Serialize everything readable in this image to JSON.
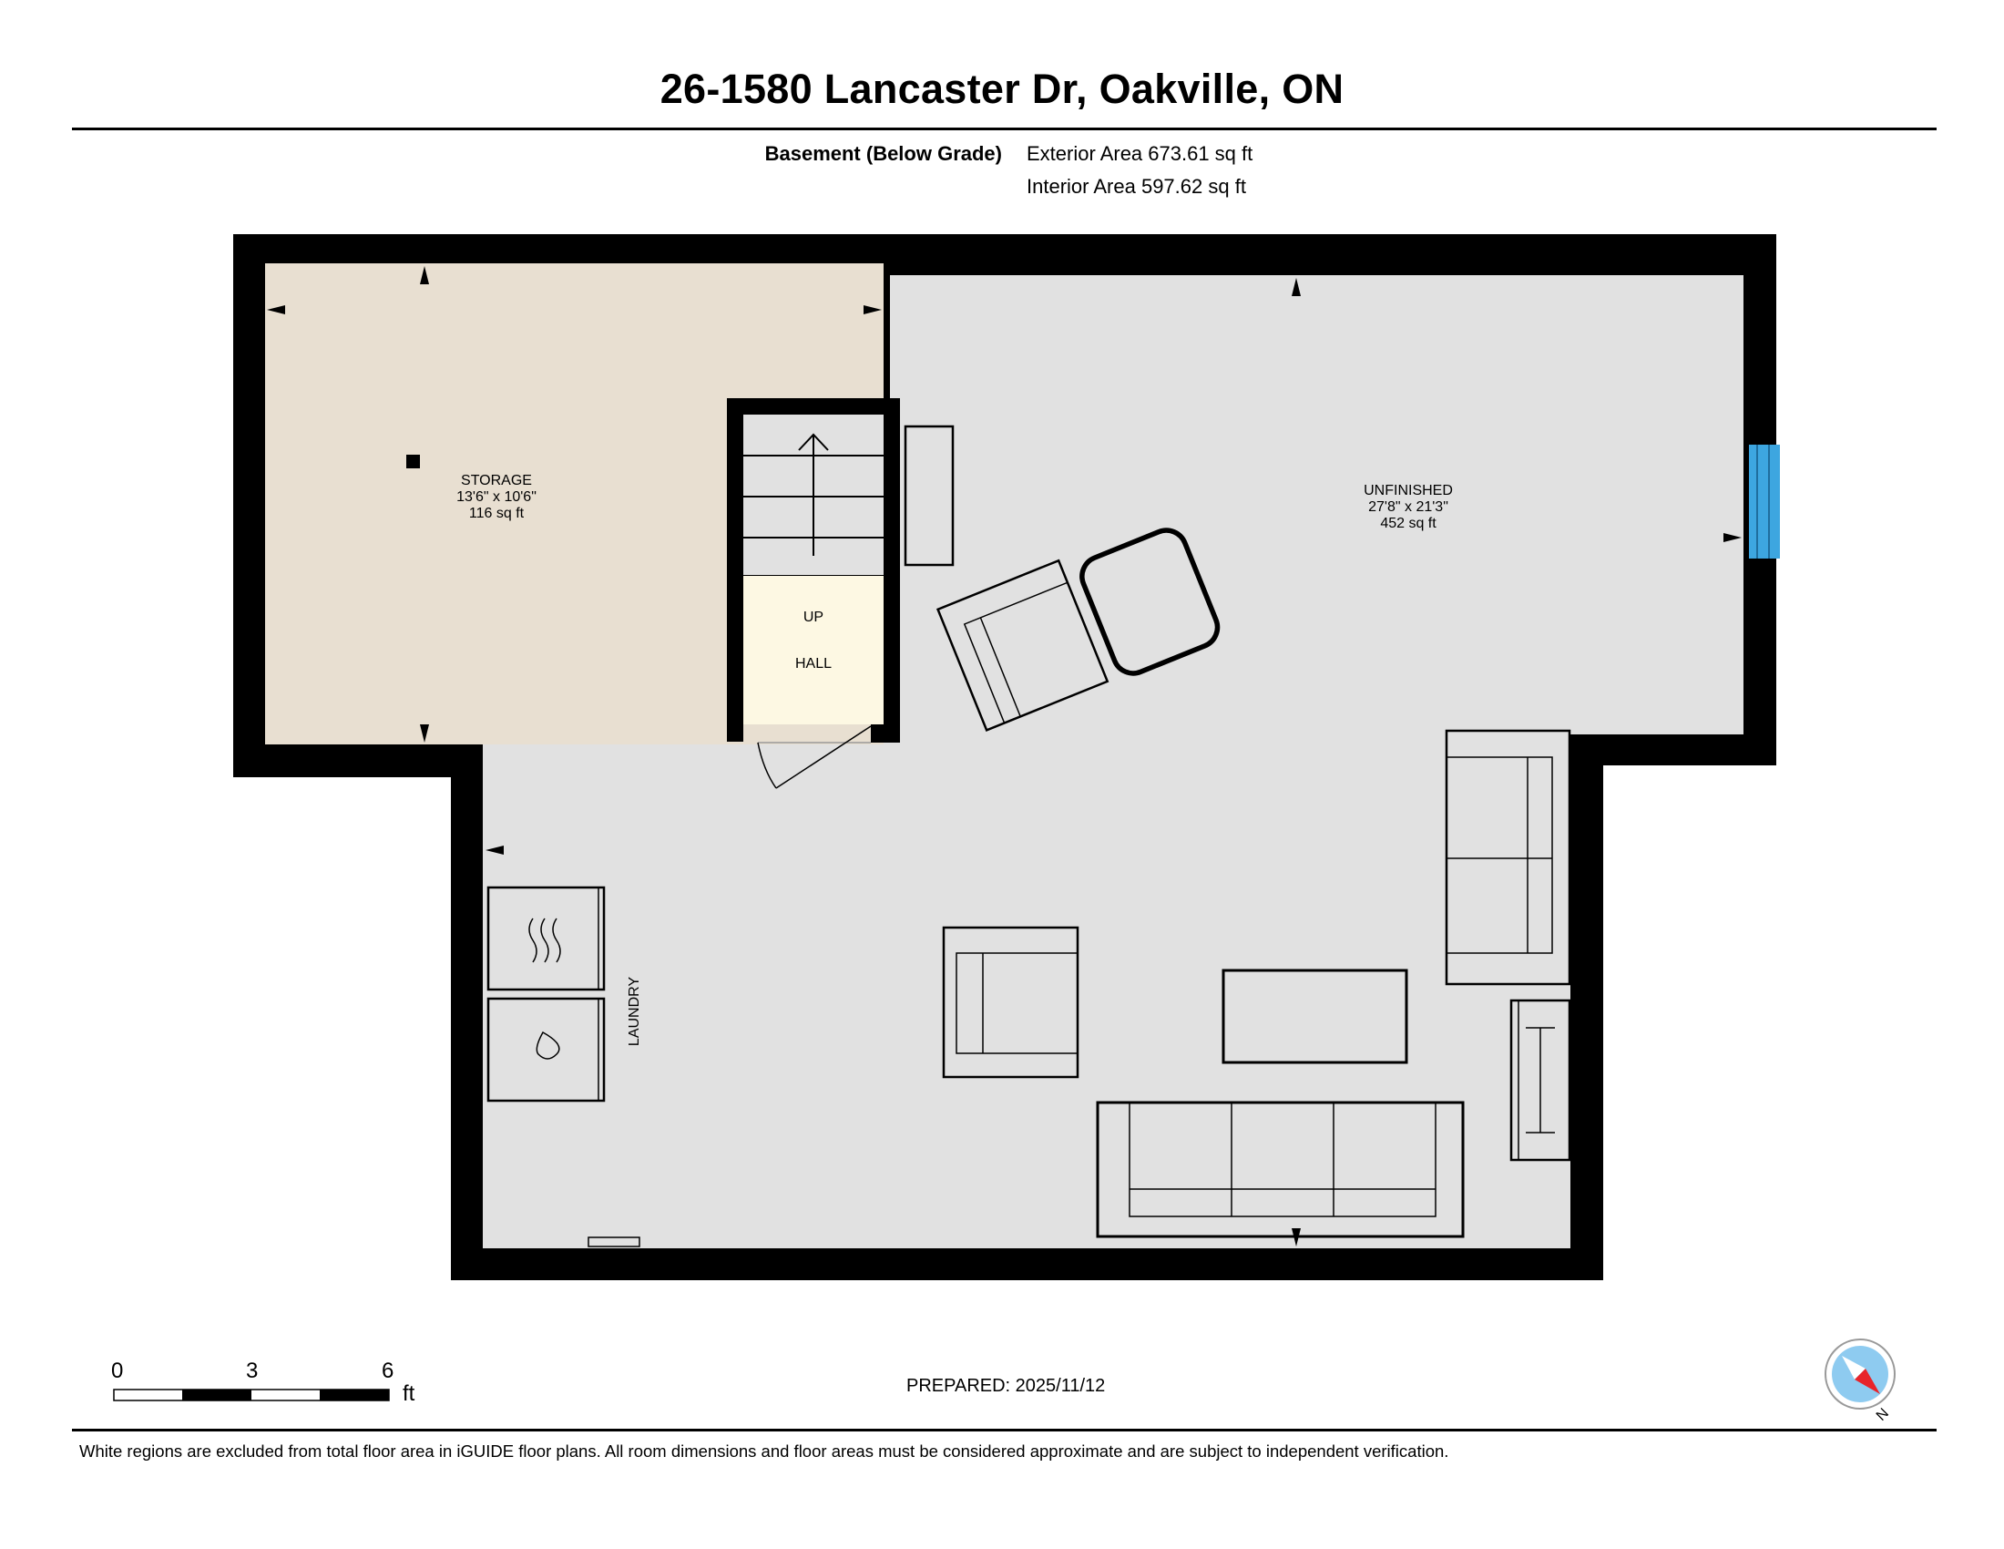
{
  "header": {
    "title": "26-1580 Lancaster Dr, Oakville, ON"
  },
  "floor_info": {
    "level_label": "Basement (Below Grade)",
    "exterior_area": "Exterior Area 673.61 sq ft",
    "interior_area": "Interior Area 597.62 sq ft"
  },
  "rooms": {
    "storage": {
      "name": "STORAGE",
      "dims": "13'6\" x 10'6\"",
      "area": "116 sq ft"
    },
    "unfinished": {
      "name": "UNFINISHED",
      "dims": "27'8\" x 21'3\"",
      "area": "452 sq ft"
    },
    "hall": {
      "name": "HALL",
      "stair_label": "UP"
    },
    "laundry": {
      "name": "LAUNDRY"
    }
  },
  "scale_bar": {
    "ticks": [
      "0",
      "3",
      "6"
    ],
    "unit": "ft"
  },
  "compass": {
    "label": "N"
  },
  "footer": {
    "prepared": "PREPARED: 2025/11/12",
    "disclaimer": "White regions are excluded from total floor area in iGUIDE floor plans. All room dimensions and floor areas must be considered approximate and are subject to independent verification."
  },
  "colors": {
    "wall": "#000000",
    "storage_fill": "#e8dfd1",
    "unfinished_fill": "#e1e1e1",
    "hall_fill": "#fdf8e3",
    "window": "#3da6e0",
    "compass_blue": "#8ecbf0",
    "compass_red": "#e8242a"
  }
}
